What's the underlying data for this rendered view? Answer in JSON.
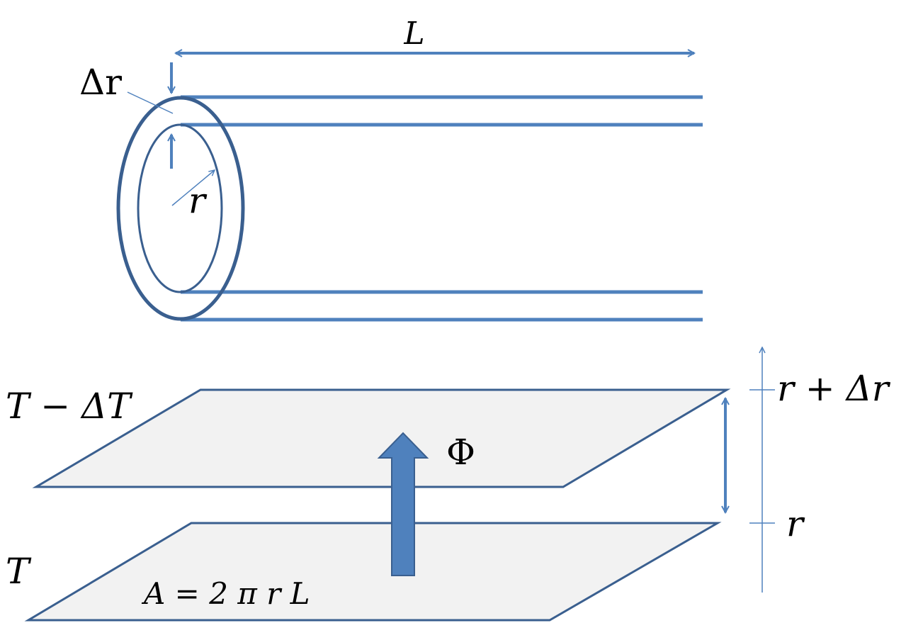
{
  "labels": {
    "length": "L",
    "delta_r": "Δr",
    "radius": "r",
    "upper_temperature": "T − ΔT",
    "lower_temperature": "T",
    "flux": "Φ",
    "area_formula": "A = 2 π r L",
    "axis_upper": "r + Δr",
    "axis_lower": "r"
  },
  "colors": {
    "line_blue": "#4F81BD",
    "dark_blue": "#3A5F8F",
    "plane_fill": "#F2F2F2",
    "arrow_fill": "#4F81BD"
  }
}
